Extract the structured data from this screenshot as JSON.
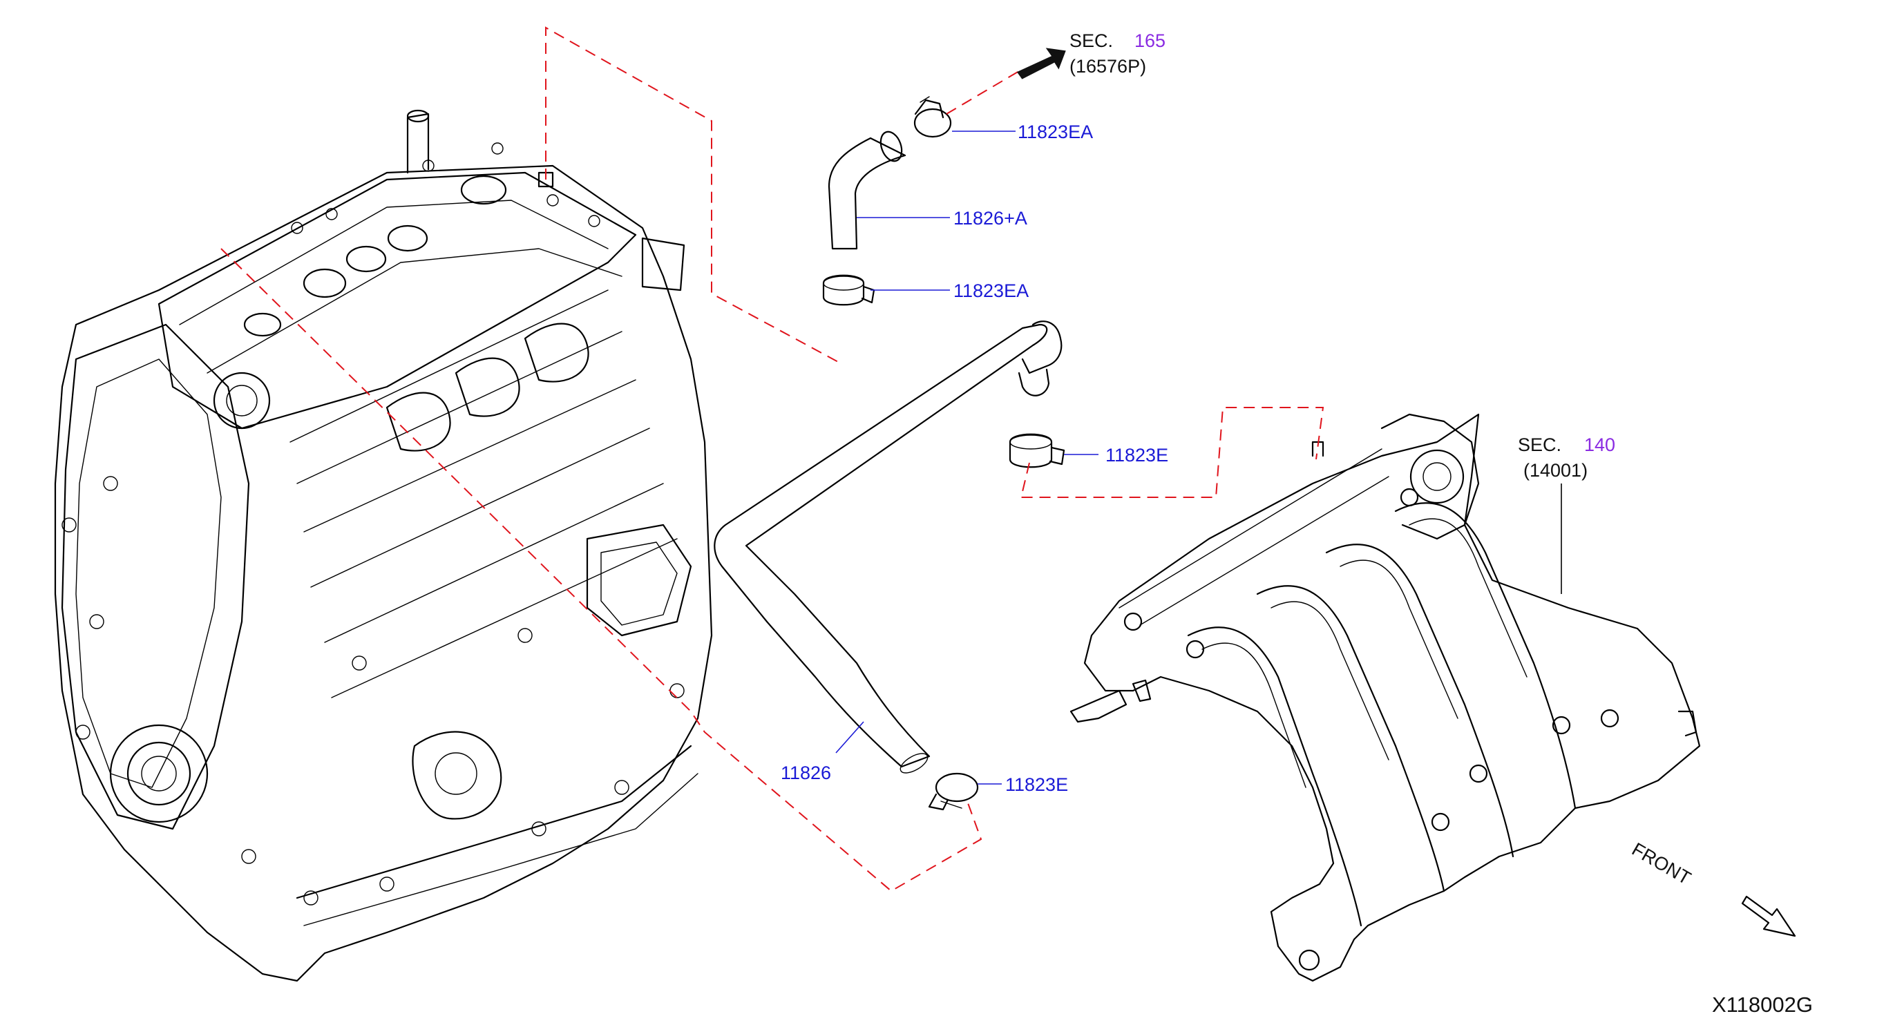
{
  "labels": {
    "sec165": {
      "prefix": "SEC.",
      "number": "165",
      "sub": "(16576P)"
    },
    "sec140": {
      "prefix": "SEC.",
      "number": "140",
      "sub": "(14001)"
    },
    "clamp_upper": "11823EA",
    "hose_upper": "11826+A",
    "clamp_mid": "11823EA",
    "clamp_right": "11823E",
    "hose_lower": "11826",
    "clamp_lower": "11823E",
    "front": "FRONT",
    "figure_code": "X118002G"
  },
  "colors": {
    "part_number": "#1a1ad6",
    "section_number": "#8a2be2",
    "dashed_line": "#e0141c",
    "outline": "#000000"
  }
}
